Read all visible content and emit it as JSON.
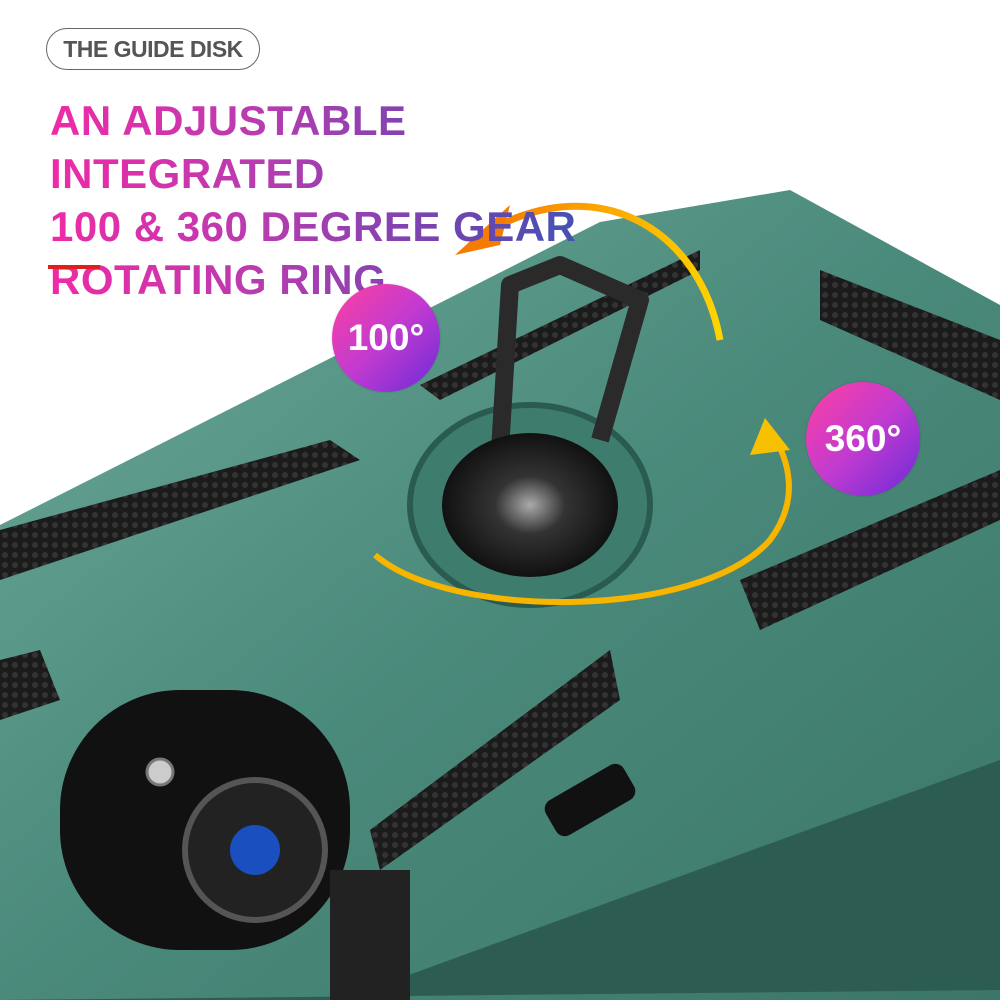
{
  "header": {
    "tag_label": "THE GUIDE DISK",
    "headline_lines": [
      "AN ADJUSTABLE INTEGRATED",
      "100 & 360 DEGREE GEAR",
      "ROTATING RING"
    ]
  },
  "badges": {
    "rotation_small": "100°",
    "rotation_full": "360°"
  },
  "colors": {
    "case": "#4f8f80",
    "accent_bar": "#e01e1e",
    "gradient_start": "#f02aa6",
    "gradient_end": "#2a5ab8",
    "arrow": "#f7b500"
  }
}
